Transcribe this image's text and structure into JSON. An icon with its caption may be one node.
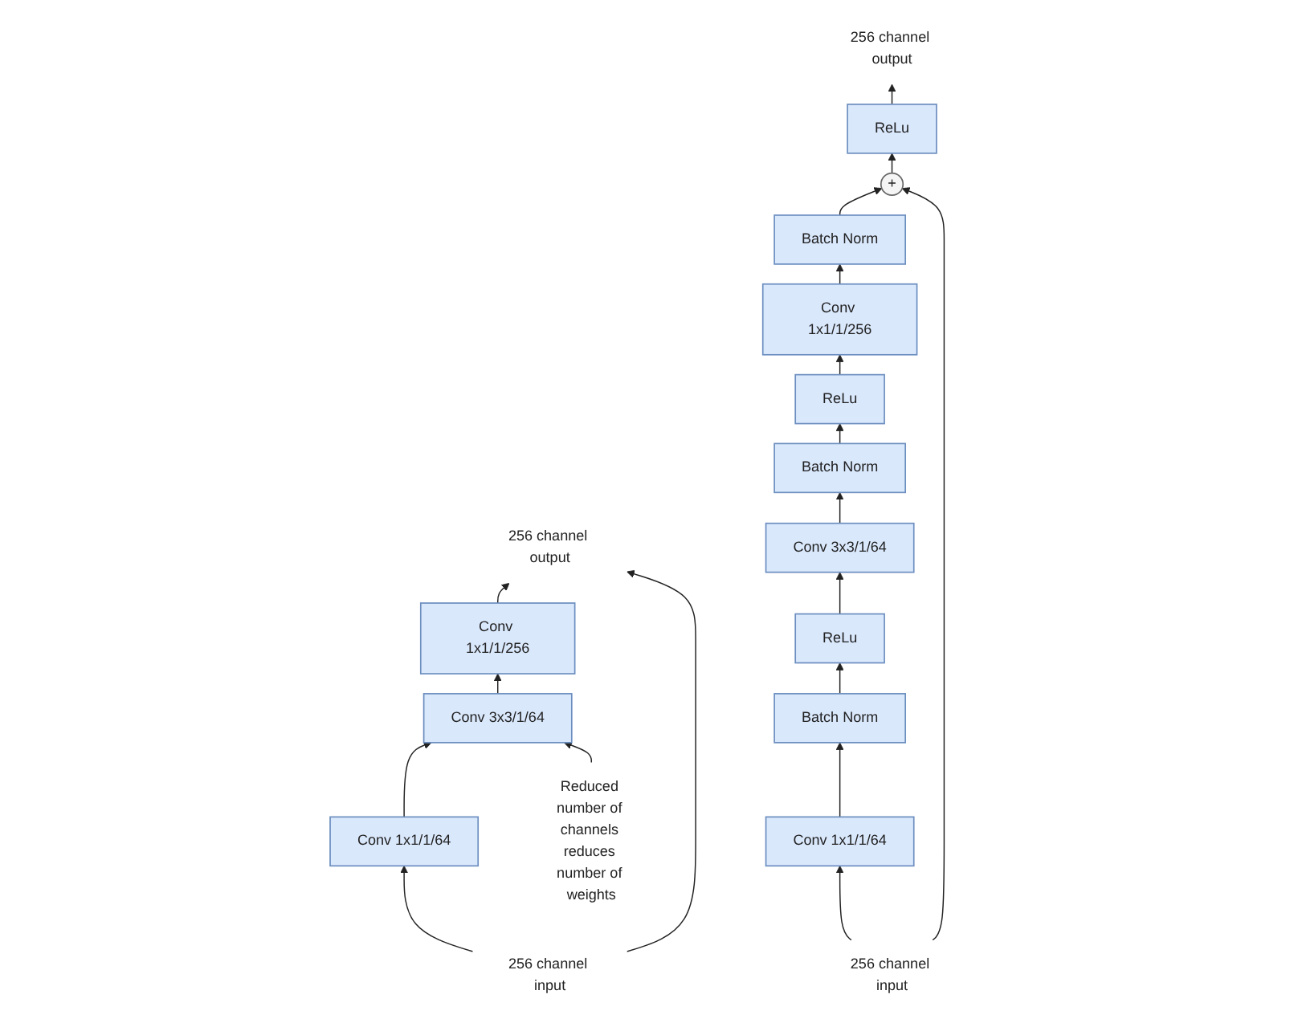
{
  "diagram": {
    "nodes": [
      {
        "text": [
          "256 channel output"
        ]
      },
      {
        "text": [
          "Reduced number of channels reduces number of weights"
        ]
      },
      {
        "text": [
          "Conv 1x1/1/256"
        ]
      },
      {
        "text": [
          "Conv 3x3/1/64"
        ]
      },
      {
        "text": [
          "Conv 1x1/1/64"
        ]
      },
      {
        "text": [
          "256 channel input"
        ]
      },
      {
        "text": [
          "256 channel output"
        ]
      },
      {
        "text": [
          "ReLu"
        ]
      },
      {
        "text": [
          "+"
        ]
      },
      {
        "text": [
          "Batch Norm"
        ]
      },
      {
        "text": [
          "Conv 1x1/1/256"
        ]
      },
      {
        "text": [
          "ReLu"
        ]
      },
      {
        "text": [
          "Batch Norm"
        ]
      },
      {
        "text": [
          "Conv 3x3/1/64"
        ]
      },
      {
        "text": [
          "ReLu"
        ]
      },
      {
        "text": [
          "Batch Norm"
        ]
      },
      {
        "text": [
          "Conv 1x1/1/64"
        ]
      },
      {
        "text": [
          "256 channel input"
        ]
      }
    ],
    "edges": [
      {
        "from": 5,
        "to": 4,
        "arrow": "to"
      },
      {
        "from": 4,
        "to": 3,
        "arrow": "to"
      },
      {
        "from": 3,
        "to": 2,
        "arrow": "to"
      },
      {
        "from": 2,
        "to": 0,
        "arrow": "to"
      },
      {
        "from": 5,
        "to": 0,
        "arrow": "to"
      },
      {
        "from": 1,
        "to": 3,
        "arrow": "to"
      },
      {
        "from": 17,
        "to": 16,
        "arrow": "to"
      },
      {
        "from": 16,
        "to": 15,
        "arrow": "to"
      },
      {
        "from": 15,
        "to": 14,
        "arrow": "to"
      },
      {
        "from": 14,
        "to": 13,
        "arrow": "to"
      },
      {
        "from": 13,
        "to": 12,
        "arrow": "to"
      },
      {
        "from": 12,
        "to": 11,
        "arrow": "to"
      },
      {
        "from": 11,
        "to": 10,
        "arrow": "to"
      },
      {
        "from": 10,
        "to": 9,
        "arrow": "to"
      },
      {
        "from": 9,
        "to": 8,
        "arrow": "to"
      },
      {
        "from": 8,
        "to": 7,
        "arrow": "to"
      },
      {
        "from": 7,
        "to": 6,
        "arrow": "to"
      },
      {
        "from": 17,
        "to": 8,
        "arrow": "to"
      }
    ]
  }
}
